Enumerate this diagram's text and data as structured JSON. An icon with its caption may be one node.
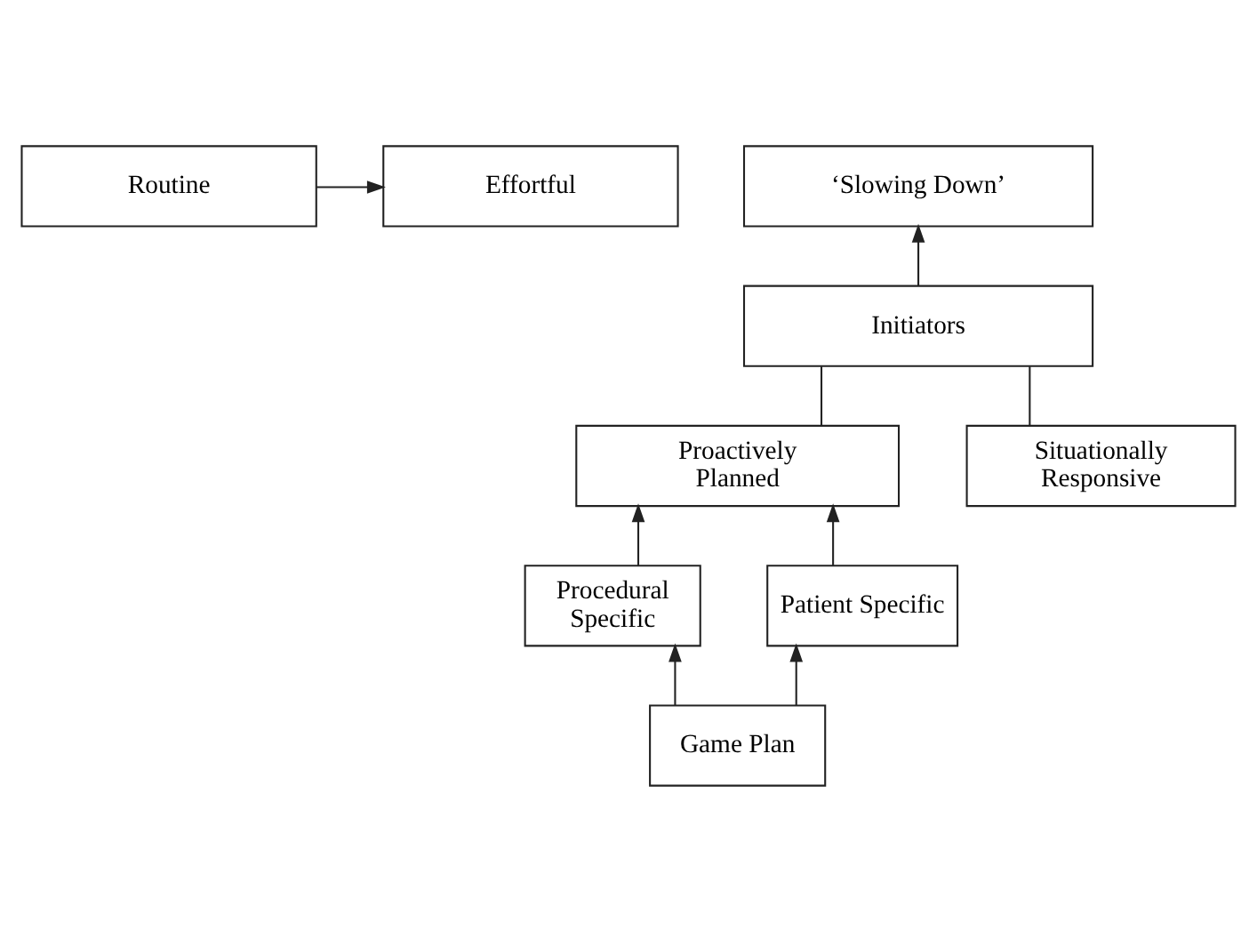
{
  "diagram": {
    "nodes": [
      {
        "text": [
          "Routine"
        ]
      },
      {
        "text": [
          "Effortful"
        ]
      },
      {
        "text": [
          "‘Slowing Down’"
        ]
      },
      {
        "text": [
          "Initiators"
        ]
      },
      {
        "text": [
          "Proactively Planned"
        ]
      },
      {
        "text": [
          "Situationally Responsive"
        ]
      },
      {
        "text": [
          "Procedural Specific"
        ]
      },
      {
        "text": [
          "Patient Specific"
        ]
      },
      {
        "text": [
          "Game Plan"
        ]
      }
    ],
    "edges": [
      {
        "from": 0,
        "to": 1,
        "arrow": "to"
      },
      {
        "from": 3,
        "to": 2,
        "arrow": "to"
      },
      {
        "from": 3,
        "to": 4,
        "arrow": "none"
      },
      {
        "from": 3,
        "to": 5,
        "arrow": "none"
      },
      {
        "from": 6,
        "to": 4,
        "arrow": "to"
      },
      {
        "from": 7,
        "to": 4,
        "arrow": "to"
      },
      {
        "from": 8,
        "to": 6,
        "arrow": "to"
      },
      {
        "from": 8,
        "to": 7,
        "arrow": "to"
      }
    ]
  }
}
